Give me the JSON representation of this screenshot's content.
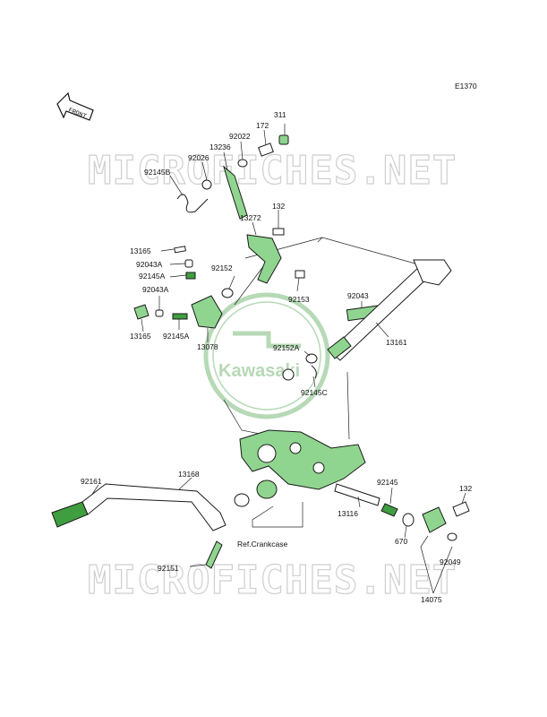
{
  "diagram_code": "E1370",
  "front_label": "FRONT",
  "watermark": {
    "top": "MICROFICHES.NET",
    "bottom": "MICROFICHES.NET"
  },
  "logo_text": "Kawasaki",
  "parts": [
    {
      "id": "p-311",
      "number": "311"
    },
    {
      "id": "p-172",
      "number": "172"
    },
    {
      "id": "p-92022",
      "number": "92022"
    },
    {
      "id": "p-13236",
      "number": "13236"
    },
    {
      "id": "p-92026",
      "number": "92026"
    },
    {
      "id": "p-92145b",
      "number": "92145B"
    },
    {
      "id": "p-132-top",
      "number": "132"
    },
    {
      "id": "p-13272",
      "number": "13272"
    },
    {
      "id": "p-13165-top",
      "number": "13165"
    },
    {
      "id": "p-92043a-top",
      "number": "92043A"
    },
    {
      "id": "p-92145a-top",
      "number": "92145A"
    },
    {
      "id": "p-92152",
      "number": "92152"
    },
    {
      "id": "p-92043a-mid",
      "number": "92043A"
    },
    {
      "id": "p-92153",
      "number": "92153"
    },
    {
      "id": "p-92043",
      "number": "92043"
    },
    {
      "id": "p-13165-bot",
      "number": "13165"
    },
    {
      "id": "p-92145a-bot",
      "number": "92145A"
    },
    {
      "id": "p-13078",
      "number": "13078"
    },
    {
      "id": "p-92152a",
      "number": "92152A"
    },
    {
      "id": "p-13161",
      "number": "13161"
    },
    {
      "id": "p-92145c",
      "number": "92145C"
    },
    {
      "id": "p-92161",
      "number": "92161"
    },
    {
      "id": "p-13168",
      "number": "13168"
    },
    {
      "id": "p-92145",
      "number": "92145"
    },
    {
      "id": "p-132-bot",
      "number": "132"
    },
    {
      "id": "p-13116",
      "number": "13116"
    },
    {
      "id": "p-670",
      "number": "670"
    },
    {
      "id": "p-ref",
      "number": "Ref.Crankcase"
    },
    {
      "id": "p-92049",
      "number": "92049"
    },
    {
      "id": "p-92151",
      "number": "92151"
    },
    {
      "id": "p-14075",
      "number": "14075"
    }
  ]
}
